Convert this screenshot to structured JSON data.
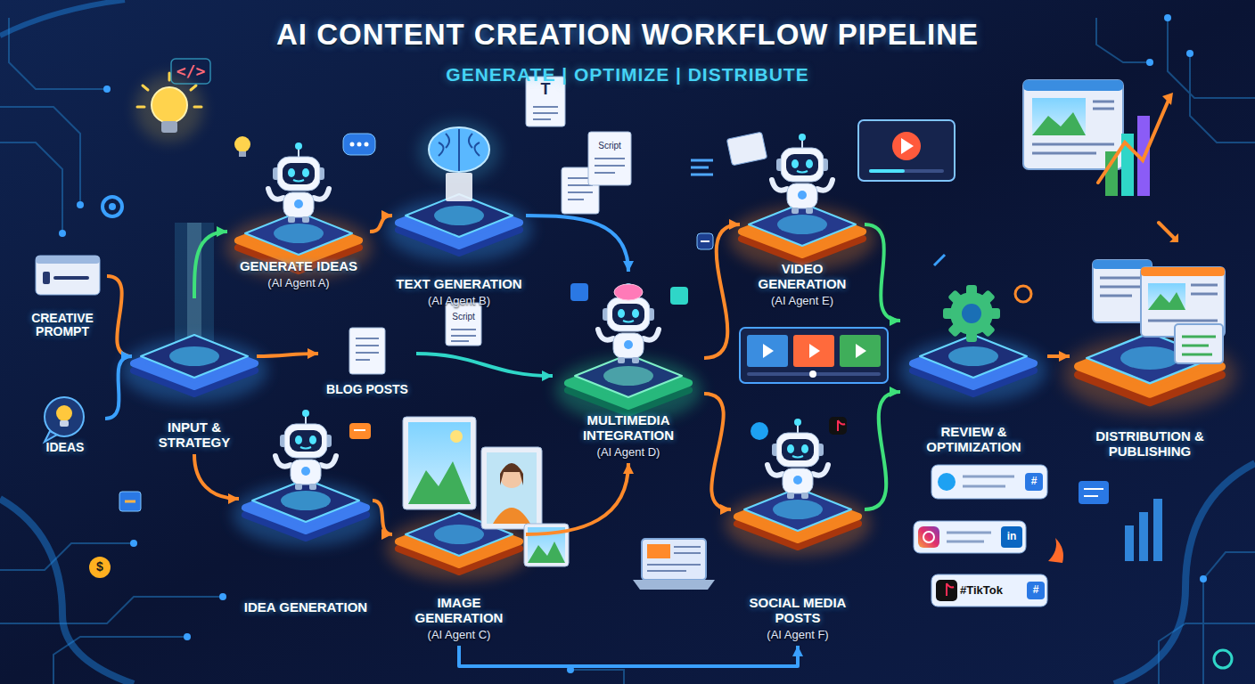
{
  "diagram": {
    "title": "AI CONTENT CREATION WORKFLOW PIPELINE",
    "nodes": [
      {
        "text": [
          "CREATIVE PROMPT"
        ]
      },
      {
        "text": [
          "IDEAS"
        ]
      },
      {
        "text": [
          "INPUT & STRATEGY"
        ]
      },
      {
        "text": [
          "GENERATE IDEAS",
          "(AI Agent A)"
        ]
      },
      {
        "text": [
          "IDEA GENERATION"
        ]
      },
      {
        "text": [
          "TEXT GENERATION",
          "(AI Agent B)"
        ]
      },
      {
        "text": [
          "BLOG POSTS"
        ]
      },
      {
        "text": [
          "IMAGE GENERATION",
          "(AI Agent C)"
        ]
      },
      {
        "text": [
          "MULTIMEDIA INTEGRATION",
          "(AI Agent D)"
        ]
      },
      {
        "text": [
          "VIDEO GENERATION",
          "(AI Agent E)"
        ]
      },
      {
        "text": [
          "SOCIAL MEDIA POSTS",
          "(AI Agent F)"
        ]
      },
      {
        "text": [
          "REVIEW & OPTIMIZATION"
        ]
      },
      {
        "text": [
          "DISTRIBUTION & PUBLISHING"
        ]
      }
    ],
    "edges": [
      {
        "from": 0,
        "to": 2,
        "arrow": "to"
      },
      {
        "from": 1,
        "to": 2,
        "arrow": "to"
      },
      {
        "from": 2,
        "to": 3,
        "arrow": "to"
      },
      {
        "from": 2,
        "to": 4,
        "arrow": "to"
      },
      {
        "from": 2,
        "to": 6,
        "arrow": "to"
      },
      {
        "from": 3,
        "to": 5,
        "arrow": "to"
      },
      {
        "from": 4,
        "to": 7,
        "arrow": "to"
      },
      {
        "from": 5,
        "to": 8,
        "arrow": "to"
      },
      {
        "from": 6,
        "to": 8,
        "arrow": "to"
      },
      {
        "from": 7,
        "to": 8,
        "arrow": "to"
      },
      {
        "from": 8,
        "to": 9,
        "arrow": "to"
      },
      {
        "from": 8,
        "to": 10,
        "arrow": "to"
      },
      {
        "from": 9,
        "to": 11,
        "arrow": "to"
      },
      {
        "from": 10,
        "to": 11,
        "arrow": "to"
      },
      {
        "from": 11,
        "to": 12,
        "arrow": "to"
      },
      {
        "from": 7,
        "to": 10,
        "arrow": "to"
      }
    ],
    "labels": [
      "GENERATE | OPTIMIZE | DISTRIBUTE",
      "</>",
      "T",
      "Script",
      "Script",
      "$",
      "#",
      "in",
      "#TikTok",
      "#"
    ]
  }
}
